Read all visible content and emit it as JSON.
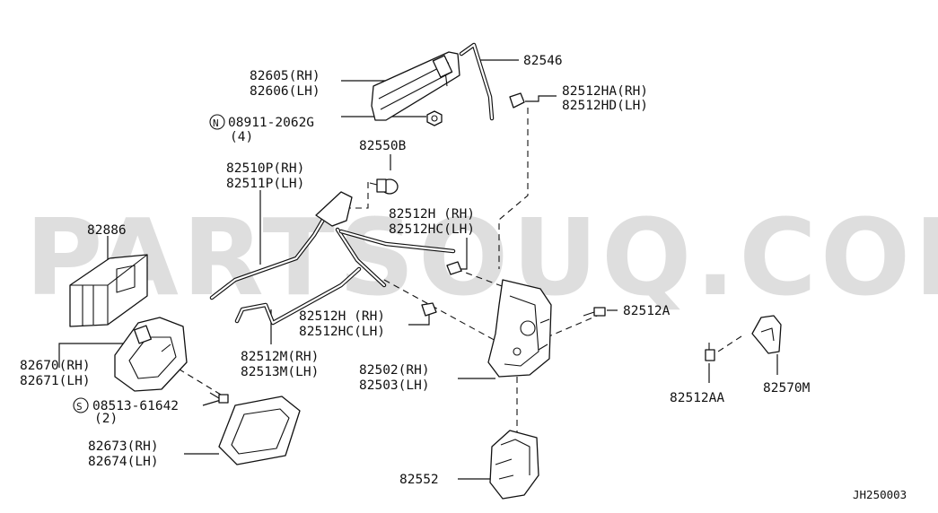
{
  "watermark": "PARTSOUQ.COM",
  "diagram_code": "JH250003",
  "labels": {
    "p82546": "82546",
    "p82605": "82605(RH)",
    "p82606": "82606(LH)",
    "p82512HA": "82512HA(RH)",
    "p82512HD": "82512HD(LH)",
    "n08911_mark": "N",
    "n08911": "08911-2062G",
    "n08911_qty": "(4)",
    "p82550B": "82550B",
    "p82510P": "82510P(RH)",
    "p82511P": "82511P(LH)",
    "p82886": "82886",
    "p82512H_a": "82512H (RH)",
    "p82512HC_a": "82512HC(LH)",
    "p82512A": "82512A",
    "p82512H_b": "82512H (RH)",
    "p82512HC_b": "82512HC(LH)",
    "p82670": "82670(RH)",
    "p82671": "82671(LH)",
    "p82512M": "82512M(RH)",
    "p82513M": "82513M(LH)",
    "p82502": "82502(RH)",
    "p82503": "82503(LH)",
    "s08513_mark": "S",
    "s08513": "08513-61642",
    "s08513_qty": "(2)",
    "p82512AA": "82512AA",
    "p82570M": "82570M",
    "p82673": "82673(RH)",
    "p82674": "82674(LH)",
    "p82552": "82552"
  }
}
